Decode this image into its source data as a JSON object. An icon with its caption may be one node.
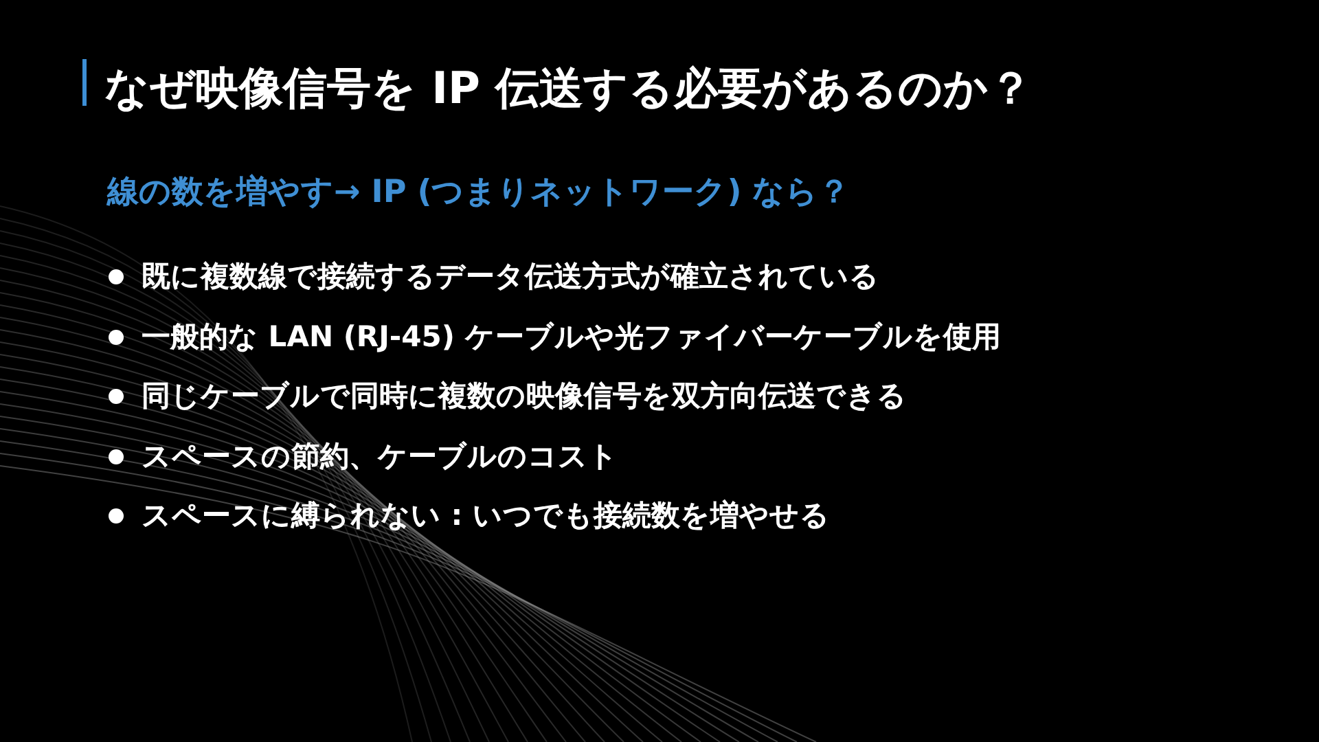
{
  "diagram": {
    "title": "なぜ映像信号を IP 伝送する必要があるのか？",
    "labels": [
      "線の数を増やす→ IP (つまりネットワーク) なら？",
      "既に複数線で接続するデータ伝送方式が確立されている",
      "一般的な LAN (RJ-45) ケーブルや光ファイバーケーブルを使用",
      "同じケーブルで同時に複数の映像信号を双方向伝送できる",
      "スペースの節約、ケーブルのコスト",
      "スペースに縛られない : いつでも接続数を増やせる"
    ]
  }
}
